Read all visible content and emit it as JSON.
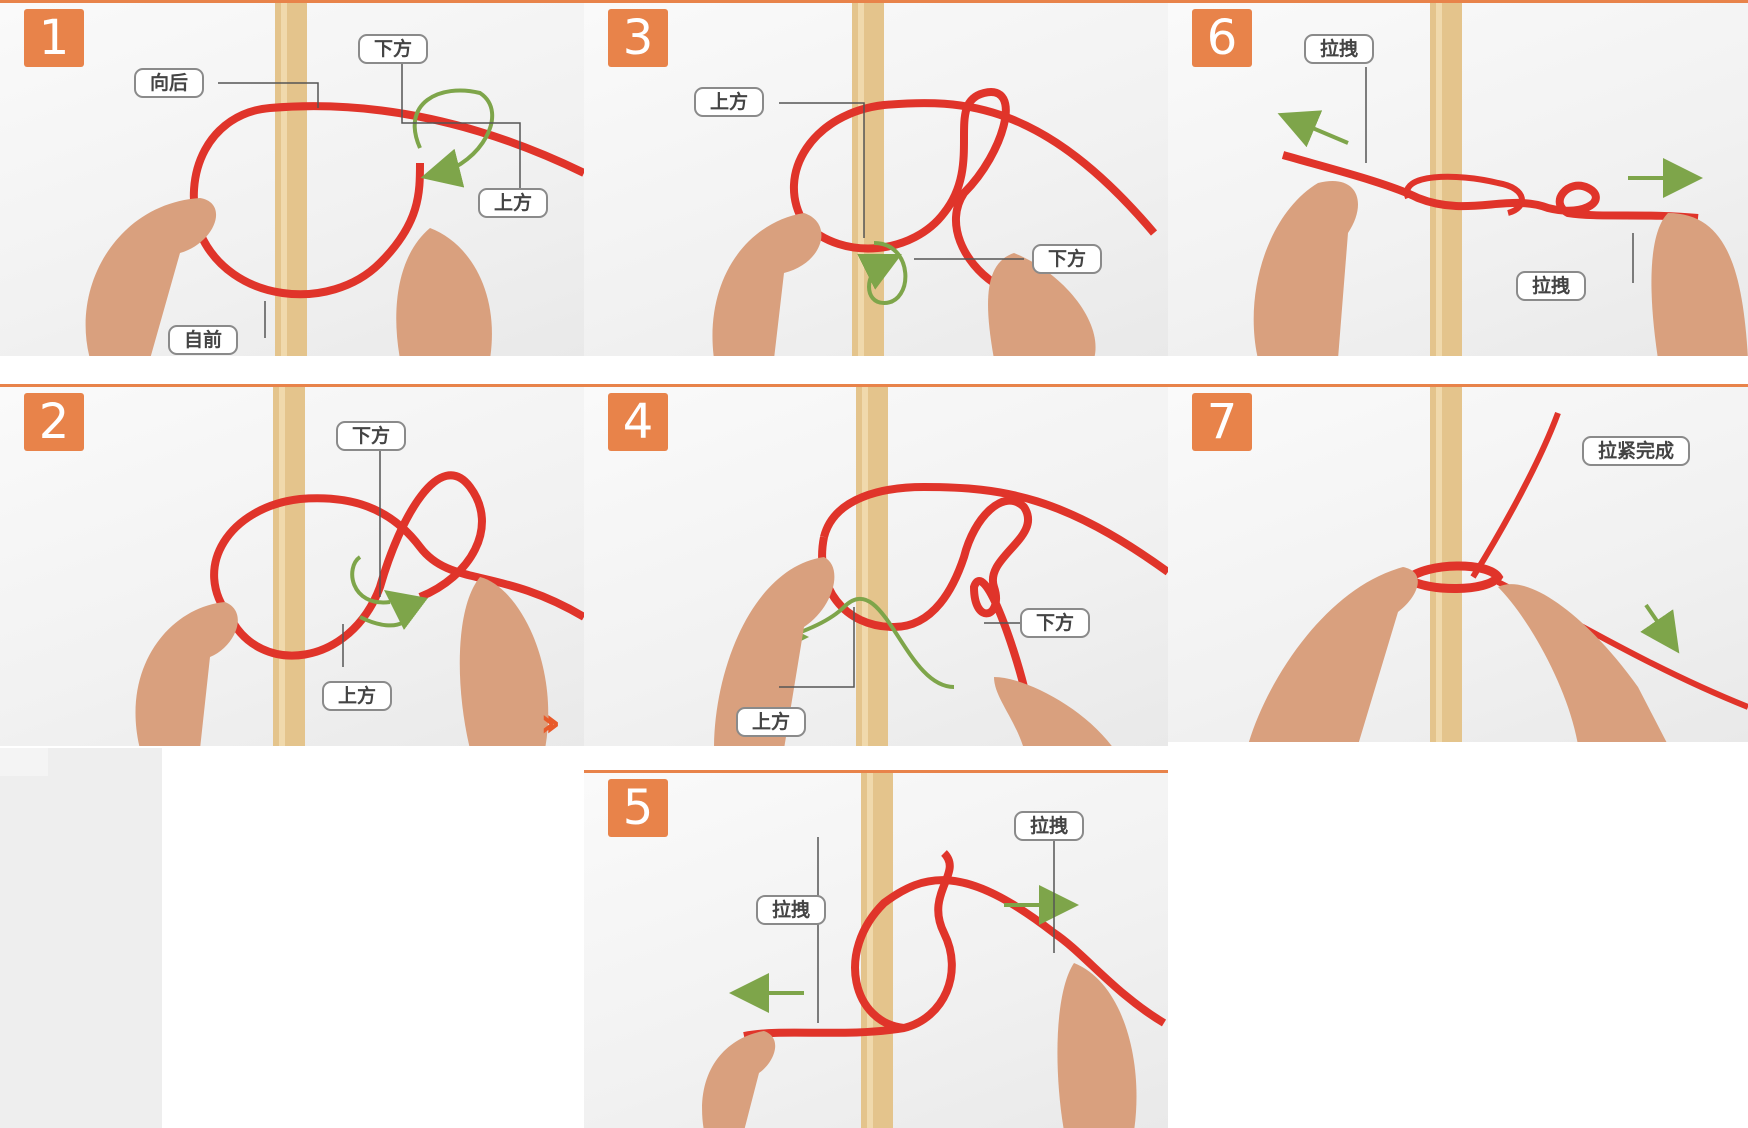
{
  "steps": [
    {
      "number": "1",
      "labels": [
        "向后",
        "下方",
        "上方",
        "自前"
      ]
    },
    {
      "number": "2",
      "labels": [
        "下方",
        "上方"
      ]
    },
    {
      "number": "3",
      "labels": [
        "上方",
        "下方"
      ]
    },
    {
      "number": "4",
      "labels": [
        "下方",
        "上方"
      ]
    },
    {
      "number": "5",
      "labels": [
        "拉拽",
        "拉拽"
      ]
    },
    {
      "number": "6",
      "labels": [
        "拉拽",
        "拉拽"
      ]
    },
    {
      "number": "7",
      "labels": [
        "拉紧完成"
      ]
    }
  ],
  "more_icon": "double-chevron-right-icon",
  "colors": {
    "badge": "#e8834a",
    "rope": "#e0342a",
    "arrow": "#7ea54a",
    "pole": "#e4c48c"
  }
}
